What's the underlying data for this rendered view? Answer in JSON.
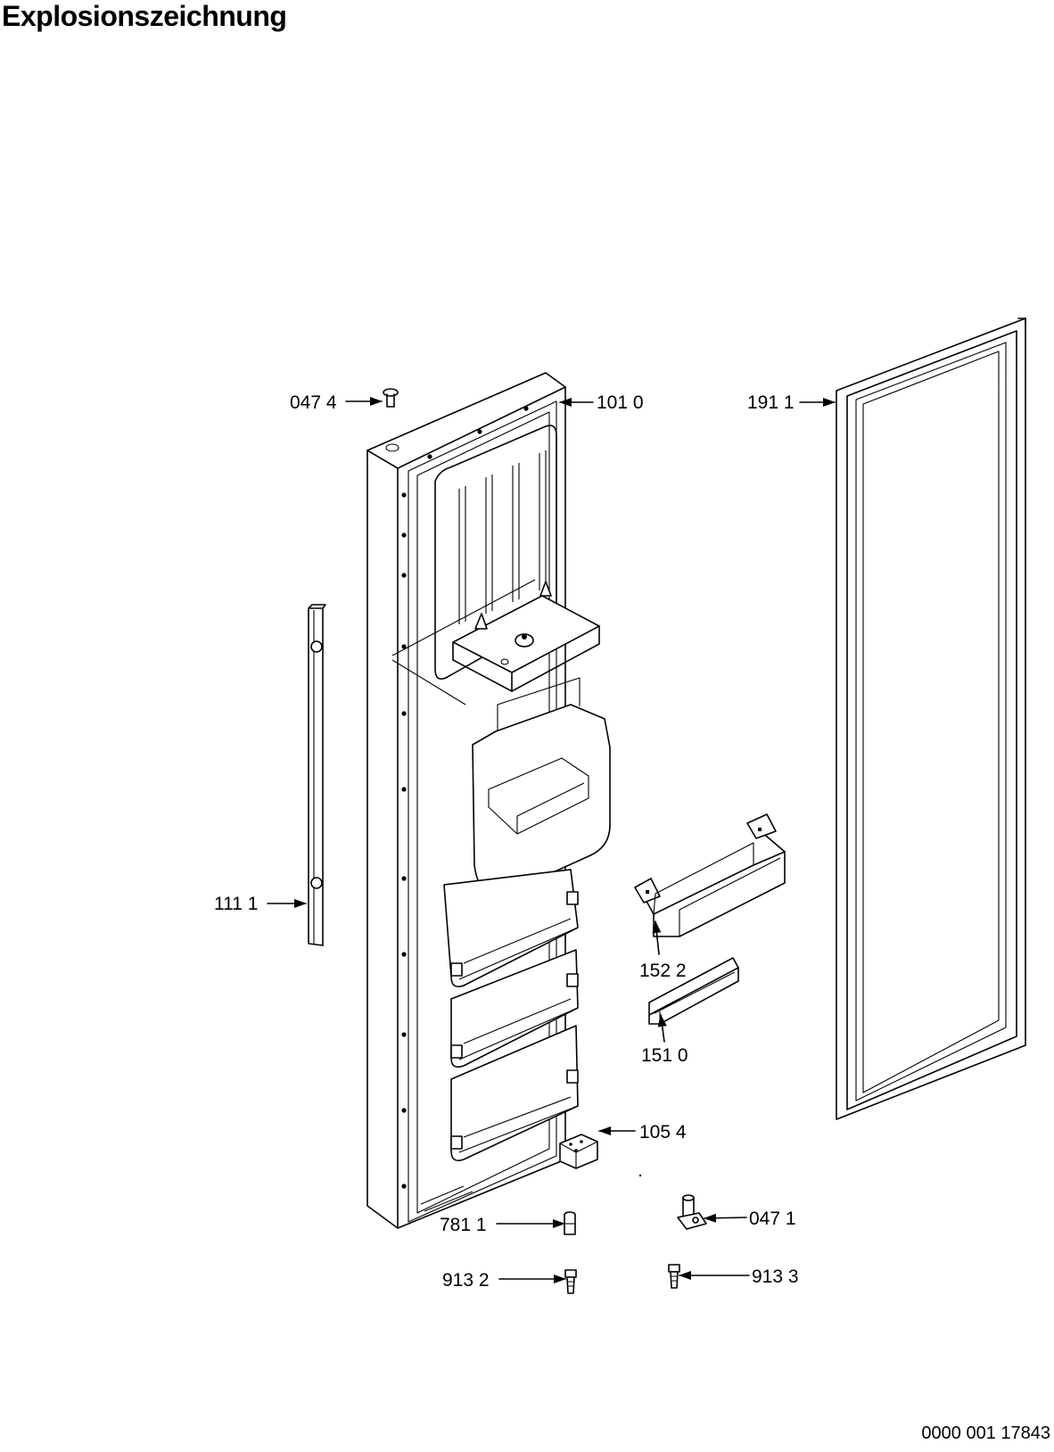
{
  "title": "Explosionszeichnung",
  "document_number": "0000 001 17843",
  "labels": {
    "p0474": "047 4",
    "p1010": "101 0",
    "p1911": "191 1",
    "p1111": "111 1",
    "p1522": "152 2",
    "p1510": "151 0",
    "p1054": "105 4",
    "p7811": "781 1",
    "p0471": "047 1",
    "p9132": "913 2",
    "p9133": "913 3"
  }
}
